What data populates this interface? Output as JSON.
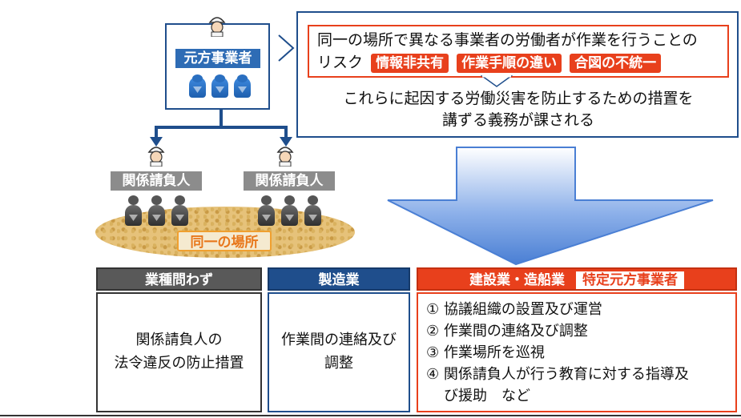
{
  "hierarchy": {
    "prime_contractor_label": "元方事業者",
    "subcontractor_labels": [
      "関係請負人",
      "関係請負人"
    ],
    "same_place_label": "同一の場所"
  },
  "callout": {
    "risk_text_line1": "同一の場所で異なる事業者の労働者が作業を行うことの",
    "risk_text_line2_prefix": "リスク",
    "risk_tags": [
      "情報非共有",
      "作業手順の違い",
      "合図の不統一"
    ],
    "duty_text_line1": "これらに起因する労働災害を防止するための措置を",
    "duty_text_line2": "講ずる義務が課される"
  },
  "columns": [
    {
      "header": "業種問わず",
      "header_color": "#595959",
      "body_lines": [
        "関係請負人の",
        "法令違反の防止措置"
      ]
    },
    {
      "header": "製造業",
      "header_color": "#1f4e8c",
      "body_lines": [
        "作業間の連絡及び",
        "調整"
      ]
    },
    {
      "header": "建設業・造船業",
      "header_badge": "特定元方事業者",
      "header_color": "#e8401c",
      "items": [
        "① 協議組織の設置及び運営",
        "② 作業間の連絡及び調整",
        "③ 作業場所を巡視",
        "④ 関係請負人が行う教育に対する指導及"
      ],
      "item_continuation": "び援助　など"
    }
  ],
  "colors": {
    "blue": "#1f4e8c",
    "accent_blue": "#2e6cb5",
    "red": "#e8401c",
    "gray": "#8c8c8c",
    "arrow": "#4a7fd4"
  }
}
